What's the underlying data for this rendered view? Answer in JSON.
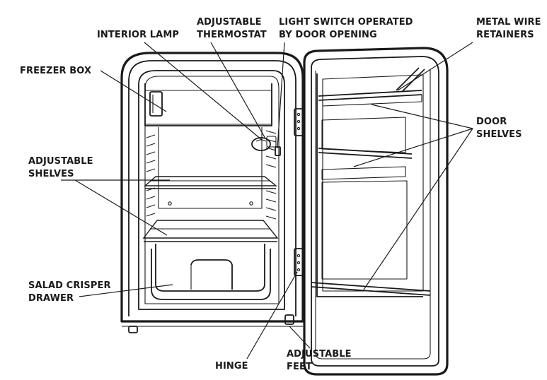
{
  "labels": {
    "interior_lamp": "INTERIOR LAMP",
    "thermostat_1": "ADJUSTABLE",
    "thermostat_2": "THERMOSTAT",
    "light_switch_1": "LIGHT SWITCH OPERATED",
    "light_switch_2": "BY DOOR OPENING",
    "metal_wire_1": "METAL WIRE",
    "metal_wire_2": "RETAINERS",
    "freezer_box": "FREEZER BOX",
    "adj_shelves_1": "ADJUSTABLE",
    "adj_shelves_2": "SHELVES",
    "door_shelves_1": "DOOR",
    "door_shelves_2": "SHELVES",
    "salad_1": "SALAD CRISPER",
    "salad_2": "DRAWER",
    "hinge": "HINGE",
    "adj_feet_1": "ADJUSTABLE",
    "adj_feet_2": "FEET"
  },
  "colors": {
    "line": "#1a1a1a",
    "background": "#ffffff"
  }
}
